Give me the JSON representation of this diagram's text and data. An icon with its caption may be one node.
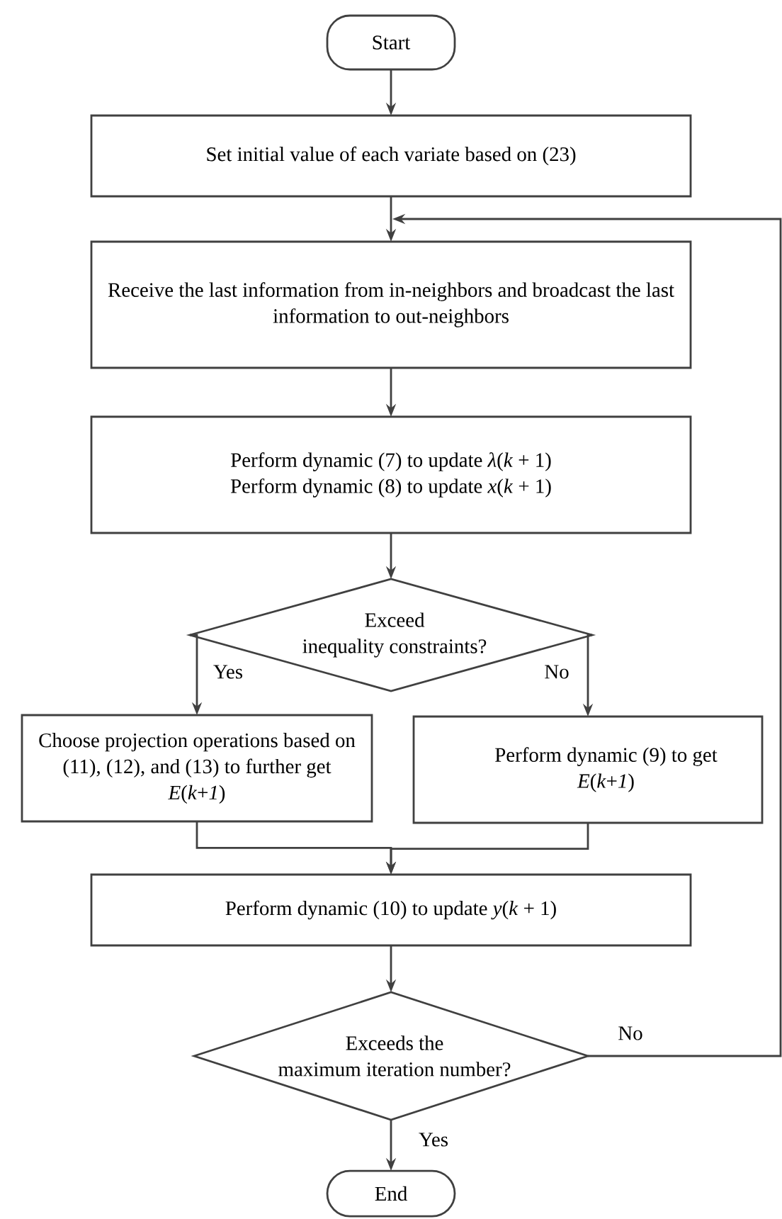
{
  "diagram": {
    "nodes": [
      {
        "text": [
          "Start"
        ]
      },
      {
        "text": [
          "Set initial value of each variate based on (23)"
        ]
      },
      {
        "text": [
          "Receive the last information from in-neighbors and broadcast the last information to out-neighbors"
        ]
      },
      {
        "text": [
          "Perform dynamic (7) to update *λ*(*k* + 1)",
          "Perform dynamic (8) to update *x*(*k* + 1)"
        ]
      },
      {
        "text": [
          "Exceed inequality constraints?"
        ]
      },
      {
        "text": [
          "Choose projection operations based on (11), (12), and (13) to further get *E*(*k*+*1*)"
        ]
      },
      {
        "text": [
          "Perform dynamic (9) to get *E*(*k*+*1*)"
        ]
      },
      {
        "text": [
          "Perform dynamic (10) to update *y*(*k* + 1)"
        ]
      },
      {
        "text": [
          "Exceeds the maximum iteration number?"
        ]
      },
      {
        "text": [
          "End"
        ]
      }
    ],
    "edges": [
      {
        "from": 0,
        "to": 1,
        "arrow": "to"
      },
      {
        "from": 1,
        "to": 2,
        "arrow": "to"
      },
      {
        "from": 2,
        "to": 3,
        "arrow": "to"
      },
      {
        "from": 3,
        "to": 4,
        "arrow": "to"
      },
      {
        "from": 4,
        "to": 5,
        "arrow": "to",
        "label": "Yes"
      },
      {
        "from": 4,
        "to": 6,
        "arrow": "to",
        "label": "No"
      },
      {
        "from": 5,
        "to": 7,
        "arrow": "to"
      },
      {
        "from": 6,
        "to": 7,
        "arrow": "to"
      },
      {
        "from": 7,
        "to": 8,
        "arrow": "to"
      },
      {
        "from": 8,
        "to": 9,
        "arrow": "to",
        "label": "Yes"
      },
      {
        "from": 8,
        "to": 2,
        "arrow": "to",
        "label": "No"
      }
    ]
  }
}
